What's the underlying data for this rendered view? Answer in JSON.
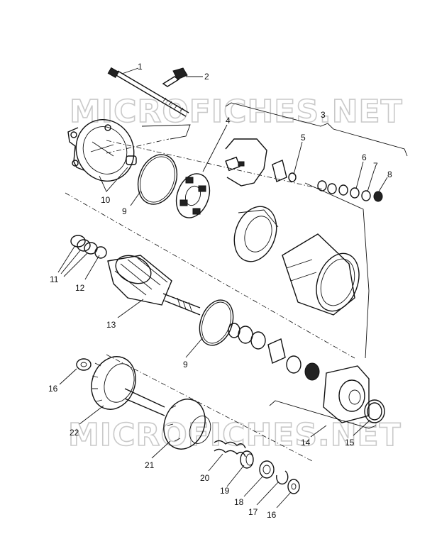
{
  "watermark": {
    "top": "MICROFICHES.NET",
    "bottom": "MICROFICHES.NET"
  },
  "callouts": [
    {
      "id": "c1",
      "label": "1"
    },
    {
      "id": "c2",
      "label": "2"
    },
    {
      "id": "c3",
      "label": "3"
    },
    {
      "id": "c4",
      "label": "4"
    },
    {
      "id": "c5",
      "label": "5"
    },
    {
      "id": "c6",
      "label": "6"
    },
    {
      "id": "c7",
      "label": "7"
    },
    {
      "id": "c8",
      "label": "8"
    },
    {
      "id": "c9a",
      "label": "9"
    },
    {
      "id": "c10",
      "label": "10"
    },
    {
      "id": "c11",
      "label": "11"
    },
    {
      "id": "c12",
      "label": "12"
    },
    {
      "id": "c13",
      "label": "13"
    },
    {
      "id": "c9b",
      "label": "9"
    },
    {
      "id": "c16a",
      "label": "16"
    },
    {
      "id": "c22",
      "label": "22"
    },
    {
      "id": "c21",
      "label": "21"
    },
    {
      "id": "c20",
      "label": "20"
    },
    {
      "id": "c19",
      "label": "19"
    },
    {
      "id": "c18",
      "label": "18"
    },
    {
      "id": "c17",
      "label": "17"
    },
    {
      "id": "c16b",
      "label": "16"
    },
    {
      "id": "c14",
      "label": "14"
    },
    {
      "id": "c15",
      "label": "15"
    }
  ]
}
